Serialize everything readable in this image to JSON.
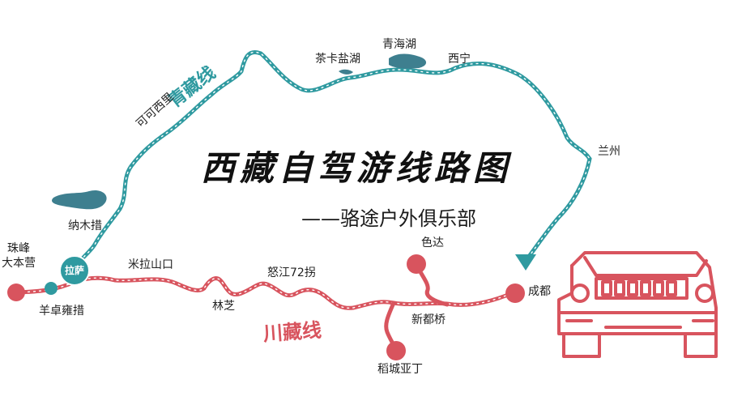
{
  "map": {
    "title": "西藏自驾游线路图",
    "subtitle": "——骆途户外俱乐部",
    "colors": {
      "qinghai_route": "#2f9aa0",
      "sichuan_route": "#d8545e",
      "jeep": "#d8545e",
      "lake": "#3e7f8f",
      "text": "#222222"
    },
    "routes": {
      "qinghai": {
        "name": "青藏线",
        "color": "#2f9aa0"
      },
      "sichuan": {
        "name": "川藏线",
        "color": "#d8545e"
      }
    },
    "places": {
      "xining": "西宁",
      "qinghai_lake": "青海湖",
      "chaka": "茶卡盐湖",
      "hoh_xil": "可可西里",
      "lanzhou": "兰州",
      "namtso": "纳木措",
      "lhasa": "拉萨",
      "everest": "珠峰\n大本营",
      "yamdrok": "羊卓雍措",
      "mila": "米拉山口",
      "nyingchi": "林芝",
      "nujiang": "怒江72拐",
      "seda": "色达",
      "xinduqiao": "新都桥",
      "daocheng": "稻城亚丁",
      "chengdu": "成都"
    },
    "icons": [
      "lake-icon",
      "jeep-icon",
      "arrow-head-icon"
    ]
  }
}
